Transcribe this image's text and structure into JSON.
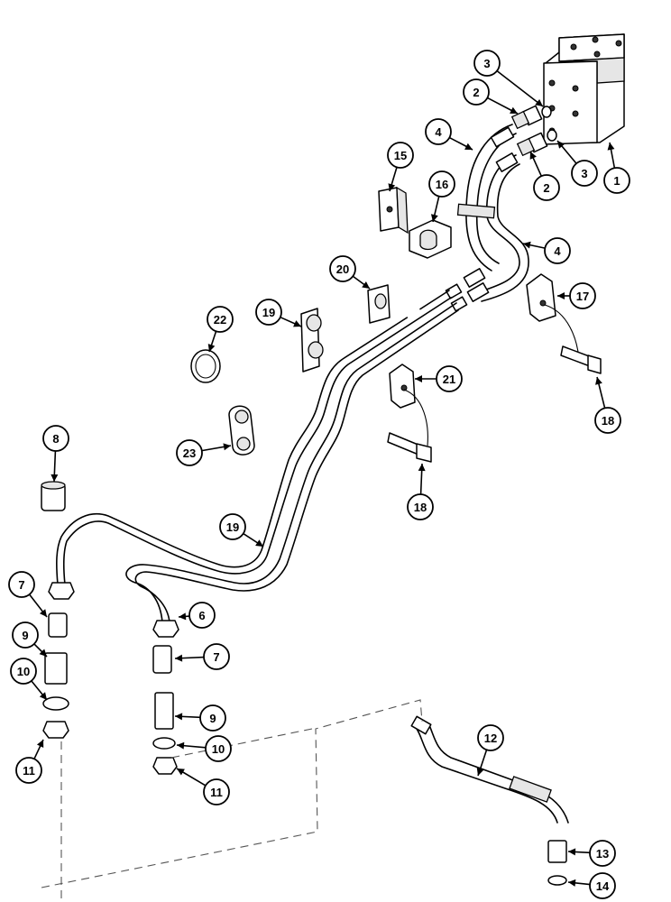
{
  "callouts": [
    {
      "id": "c1",
      "label": "1"
    },
    {
      "id": "c2a",
      "label": "2"
    },
    {
      "id": "c2b",
      "label": "2"
    },
    {
      "id": "c3a",
      "label": "3"
    },
    {
      "id": "c3b",
      "label": "3"
    },
    {
      "id": "c4a",
      "label": "4"
    },
    {
      "id": "c4b",
      "label": "4"
    },
    {
      "id": "c15",
      "label": "15"
    },
    {
      "id": "c16",
      "label": "16"
    },
    {
      "id": "c17",
      "label": "17"
    },
    {
      "id": "c18a",
      "label": "18"
    },
    {
      "id": "c18b",
      "label": "18"
    },
    {
      "id": "c19a",
      "label": "19"
    },
    {
      "id": "c19b",
      "label": "19"
    },
    {
      "id": "c20",
      "label": "20"
    },
    {
      "id": "c21",
      "label": "21"
    },
    {
      "id": "c22",
      "label": "22"
    },
    {
      "id": "c23",
      "label": "23"
    },
    {
      "id": "c8",
      "label": "8"
    },
    {
      "id": "c7a",
      "label": "7"
    },
    {
      "id": "c7b",
      "label": "7"
    },
    {
      "id": "c6",
      "label": "6"
    },
    {
      "id": "c9a",
      "label": "9"
    },
    {
      "id": "c9b",
      "label": "9"
    },
    {
      "id": "c10a",
      "label": "10"
    },
    {
      "id": "c10b",
      "label": "10"
    },
    {
      "id": "c11a",
      "label": "11"
    },
    {
      "id": "c11b",
      "label": "11"
    },
    {
      "id": "c12",
      "label": "12"
    },
    {
      "id": "c13",
      "label": "13"
    },
    {
      "id": "c14",
      "label": "14"
    }
  ]
}
